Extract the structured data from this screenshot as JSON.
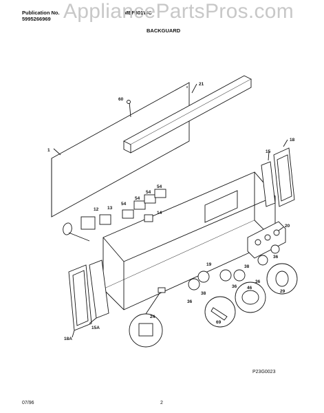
{
  "header": {
    "publication_label": "Publication No.",
    "publication_number": "5995266969",
    "model": "MEF301WC",
    "section_title": "BACKGUARD"
  },
  "watermark": "AppliancePartsPros.com",
  "footer": {
    "date": "07/96",
    "page": "2",
    "diagram_code": "P23G0023"
  },
  "callouts": {
    "c1": "1",
    "c60": "60",
    "c21": "21",
    "c18": "18",
    "c15": "15",
    "c54a": "54",
    "c54b": "54",
    "c54c": "54",
    "c54d": "54",
    "c12": "12",
    "c13": "13",
    "c14": "14",
    "c20": "20",
    "c19": "19",
    "c36a": "36",
    "c36b": "36",
    "c36c": "36",
    "c36d": "36",
    "c38a": "38",
    "c38b": "38",
    "c46": "46",
    "c29": "29",
    "c69": "69",
    "c24": "24",
    "c15a": "15A",
    "c18a": "18A"
  }
}
